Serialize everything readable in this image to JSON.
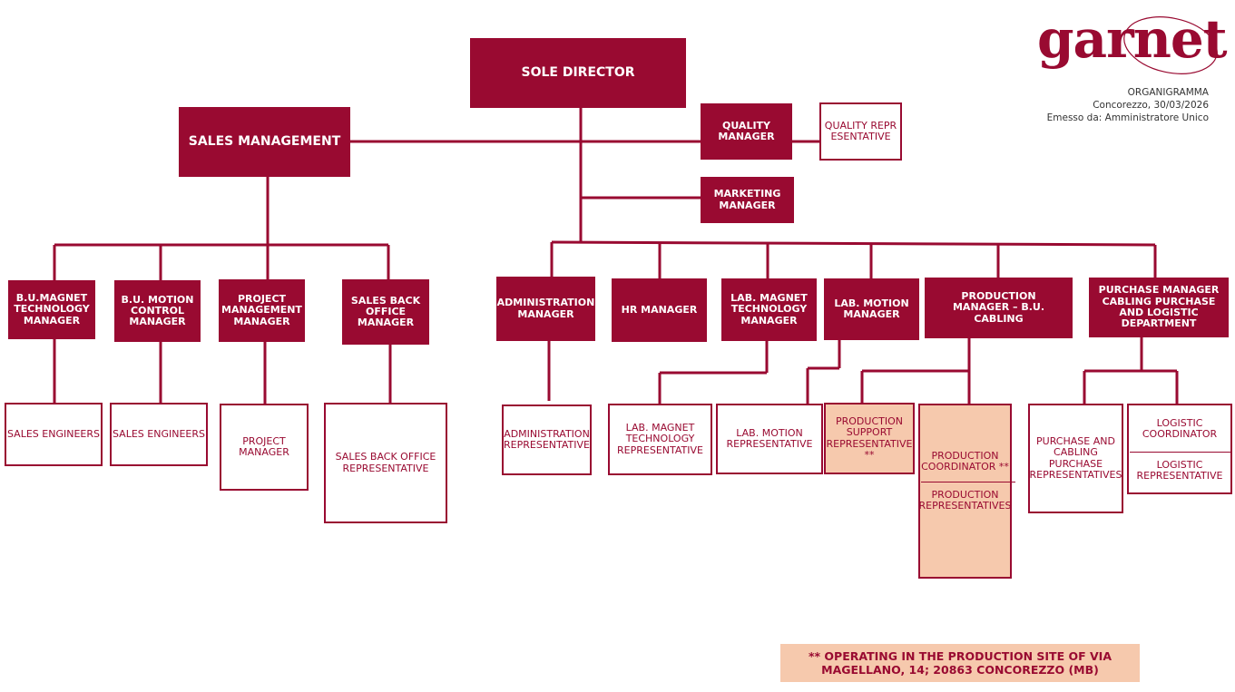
{
  "logo": {
    "text": "garnet"
  },
  "meta": {
    "title": "ORGANIGRAMMA",
    "date": "Concorezzo, 30/03/2026",
    "issued_by": "Emesso da: Amministratore Unico"
  },
  "nodes": {
    "sole_director": "SOLE DIRECTOR",
    "sales_management": "SALES MANAGEMENT",
    "quality_manager": "QUALITY MANAGER",
    "quality_representative": "QUALITY REPRESENTATIVE",
    "marketing_manager": "MARKETING MANAGER",
    "bu_magnet_manager": "B.U.MAGNET TECHNOLOGY MANAGER",
    "bu_motion_manager": "B.U. MOTION CONTROL MANAGER",
    "project_management_manager": "PROJECT MANAGEMENT MANAGER",
    "sales_back_office_manager": "SALES BACK OFFICE MANAGER",
    "sales_engineers_1": "SALES ENGINEERS",
    "sales_engineers_2": "SALES ENGINEERS",
    "project_manager": "PROJECT MANAGER",
    "sales_back_office_rep": "SALES BACK OFFICE REPRESENTATIVE",
    "administration_manager": "ADMINISTRATION MANAGER",
    "hr_manager": "HR MANAGER",
    "lab_magnet_manager": "LAB. MAGNET TECHNOLOGY MANAGER",
    "lab_motion_manager": "LAB. MOTION MANAGER",
    "production_manager": "PRODUCTION MANAGER – B.U. CABLING",
    "purchase_manager": "PURCHASE MANAGER CABLING PURCHASE AND LOGISTIC DEPARTMENT",
    "administration_rep": "ADMINISTRATION REPRESENTATIVE",
    "lab_magnet_rep": "LAB. MAGNET TECHNOLOGY REPRESENTATIVE",
    "lab_motion_rep": "LAB. MOTION REPRESENTATIVE",
    "production_support_rep": "PRODUCTION SUPPORT REPRESENTATIVE **",
    "production_coordinator": "PRODUCTION COORDINATOR **",
    "production_reps": "PRODUCTION REPRESENTATIVES",
    "purchase_cabling_rep": "PURCHASE AND CABLING PURCHASE REPRESENTATIVES",
    "logistic_coordinator": "LOGISTIC COORDINATOR",
    "logistic_rep": "LOGISTIC REPRESENTATIVE"
  },
  "footnote": "** OPERATING IN THE PRODUCTION SITE OF VIA MAGELLANO, 14; 20863 CONCOREZZO (MB)",
  "colors": {
    "primary": "#990a31",
    "highlight": "#f6c9ad"
  }
}
